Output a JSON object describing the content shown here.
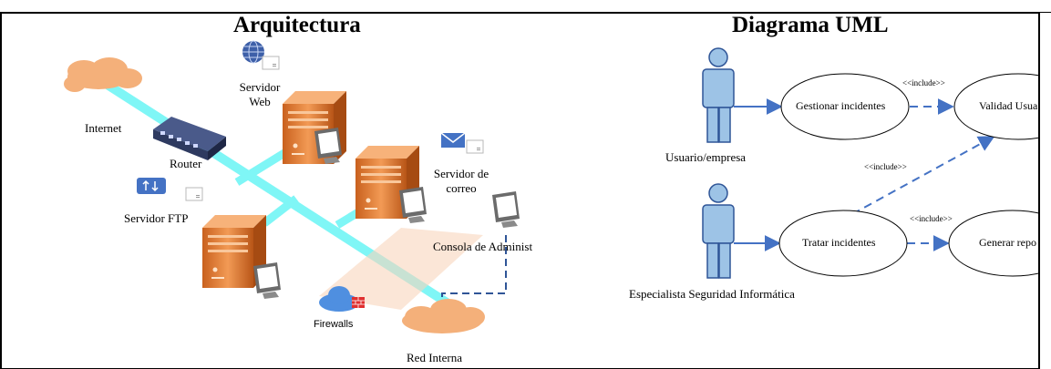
{
  "left_panel": {
    "title": "Arquitectura",
    "labels": {
      "internet": "Internet",
      "router": "Router",
      "servidor_web_1": "Servidor",
      "servidor_web_2": "Web",
      "servidor_correo_1": "Servidor de",
      "servidor_correo_2": "correo",
      "servidor_ftp": "Servidor FTP",
      "consola": "Consola de Administ",
      "firewalls": "Firewalls",
      "red_interna": "Red Interna"
    }
  },
  "right_panel": {
    "title": "Diagrama UML",
    "actors": {
      "usuario": "Usuario/empresa",
      "especialista": "Especialista Seguridad Informática"
    },
    "use_cases": {
      "gestionar": "Gestionar incidentes",
      "validar": "Validad Usua",
      "tratar": "Tratar incidentes",
      "generar": "Generar repo"
    },
    "stereotypes": {
      "include_1": "<<include>>",
      "include_2": "<<include>>",
      "include_3": "<<include>>"
    }
  },
  "colors": {
    "cable": "#7ff6f6",
    "cloud": "#f4b07a",
    "server": "#e07a30",
    "uml_line": "#4472c4",
    "actor": "#9dc3e6"
  },
  "icons": [
    "cloud-icon",
    "router-icon",
    "server-icon",
    "monitor-icon",
    "globe-icon",
    "mail-icon",
    "ftp-icon",
    "firewall-icon",
    "actor-icon"
  ]
}
